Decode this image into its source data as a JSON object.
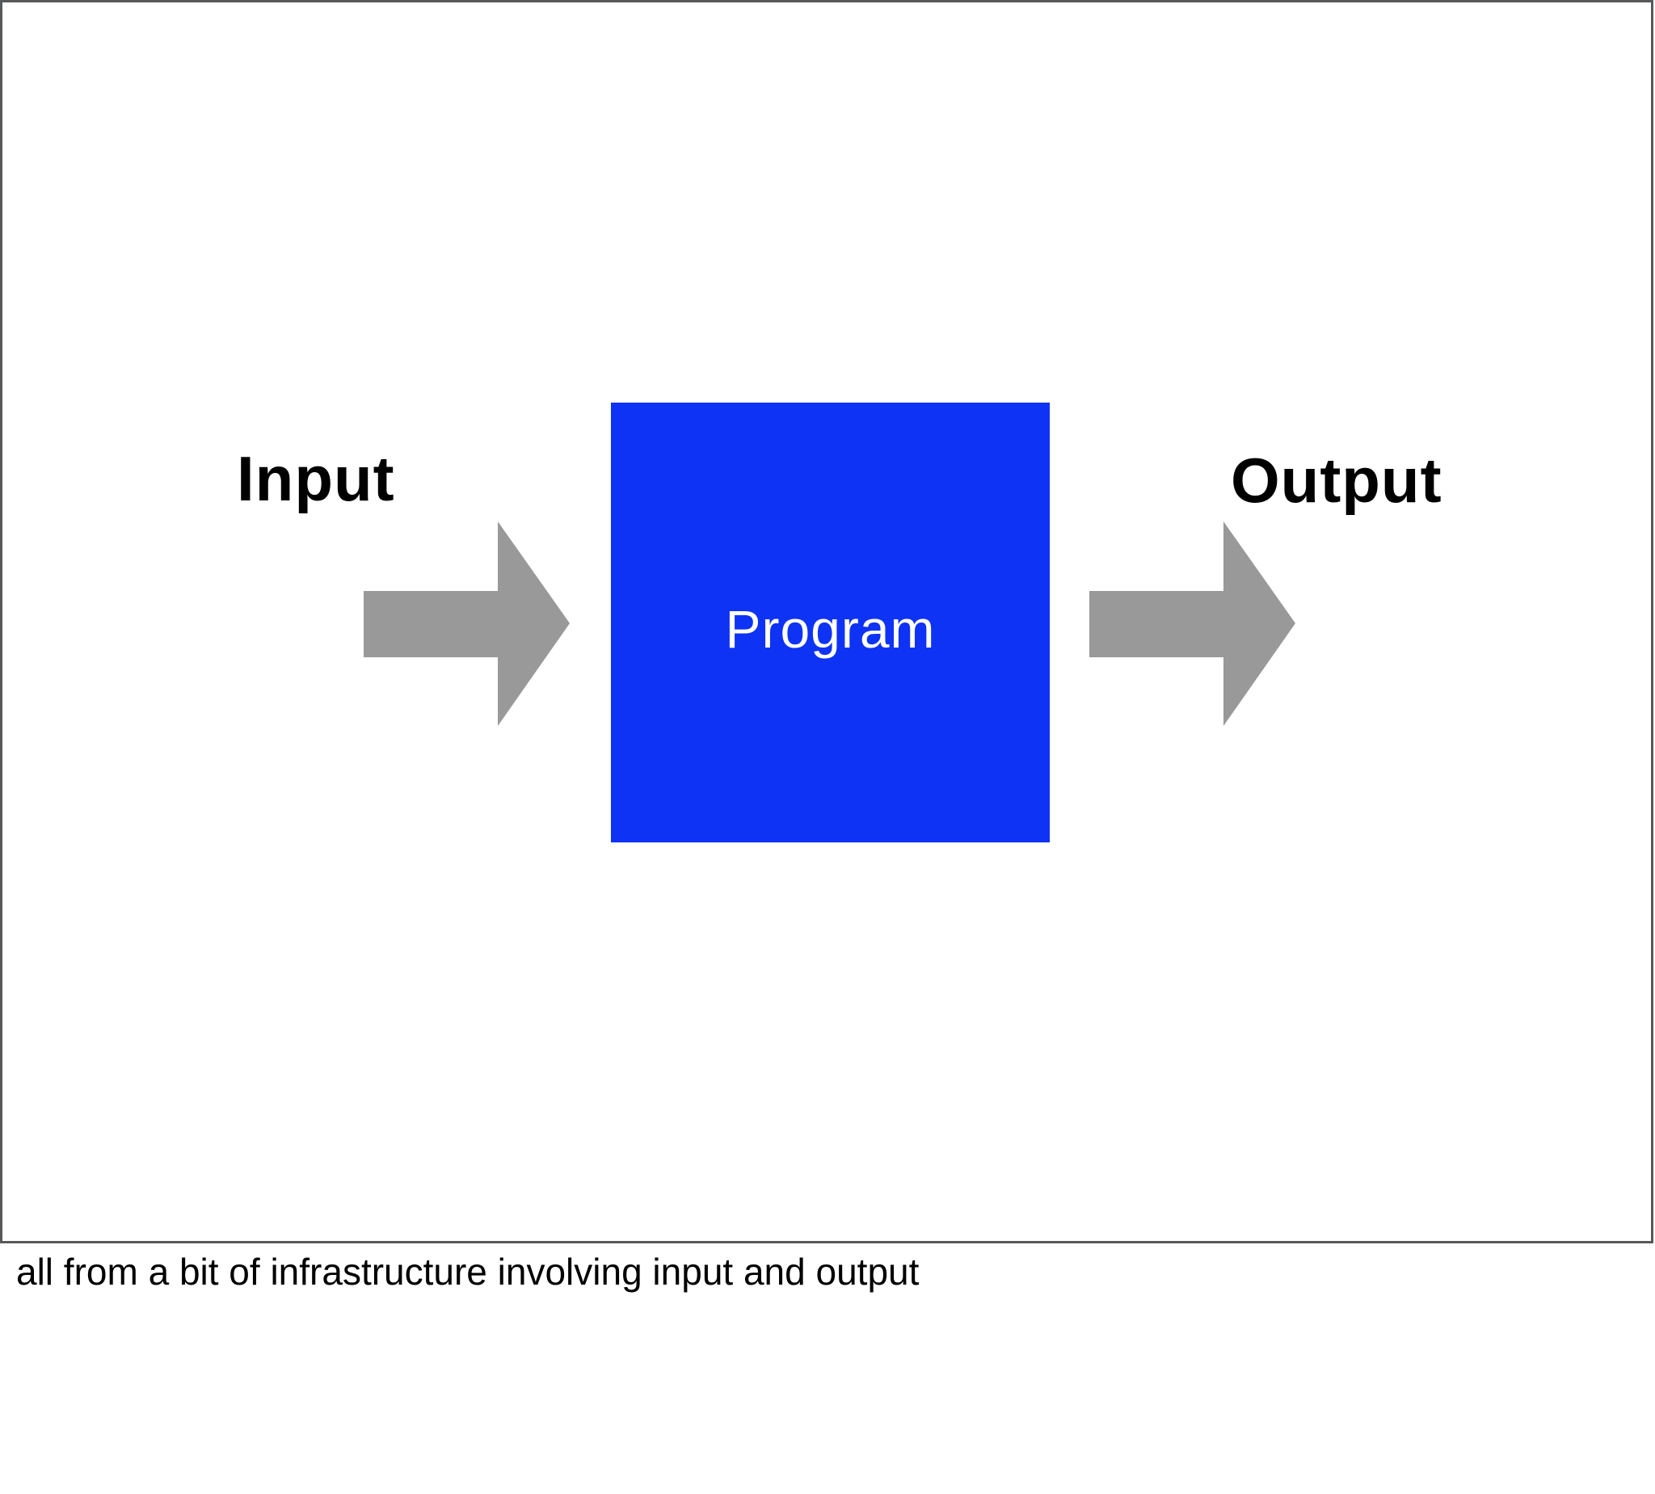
{
  "slide": {
    "input_label": "Input",
    "program_label": "Program",
    "output_label": "Output",
    "caption": "all from a bit of infrastructure involving input and output"
  },
  "diagram": {
    "type": "flow",
    "nodes": [
      "Input",
      "Program",
      "Output"
    ],
    "edges": [
      {
        "from": "Input",
        "to": "Program"
      },
      {
        "from": "Program",
        "to": "Output"
      }
    ]
  },
  "colors": {
    "program_box_blue": "#0E33F5",
    "program_text_white": "#FFFFFF",
    "arrow_gray": "#999999",
    "slide_border_gray": "#58595B",
    "label_black": "#000000",
    "background_white": "#FFFFFF"
  }
}
